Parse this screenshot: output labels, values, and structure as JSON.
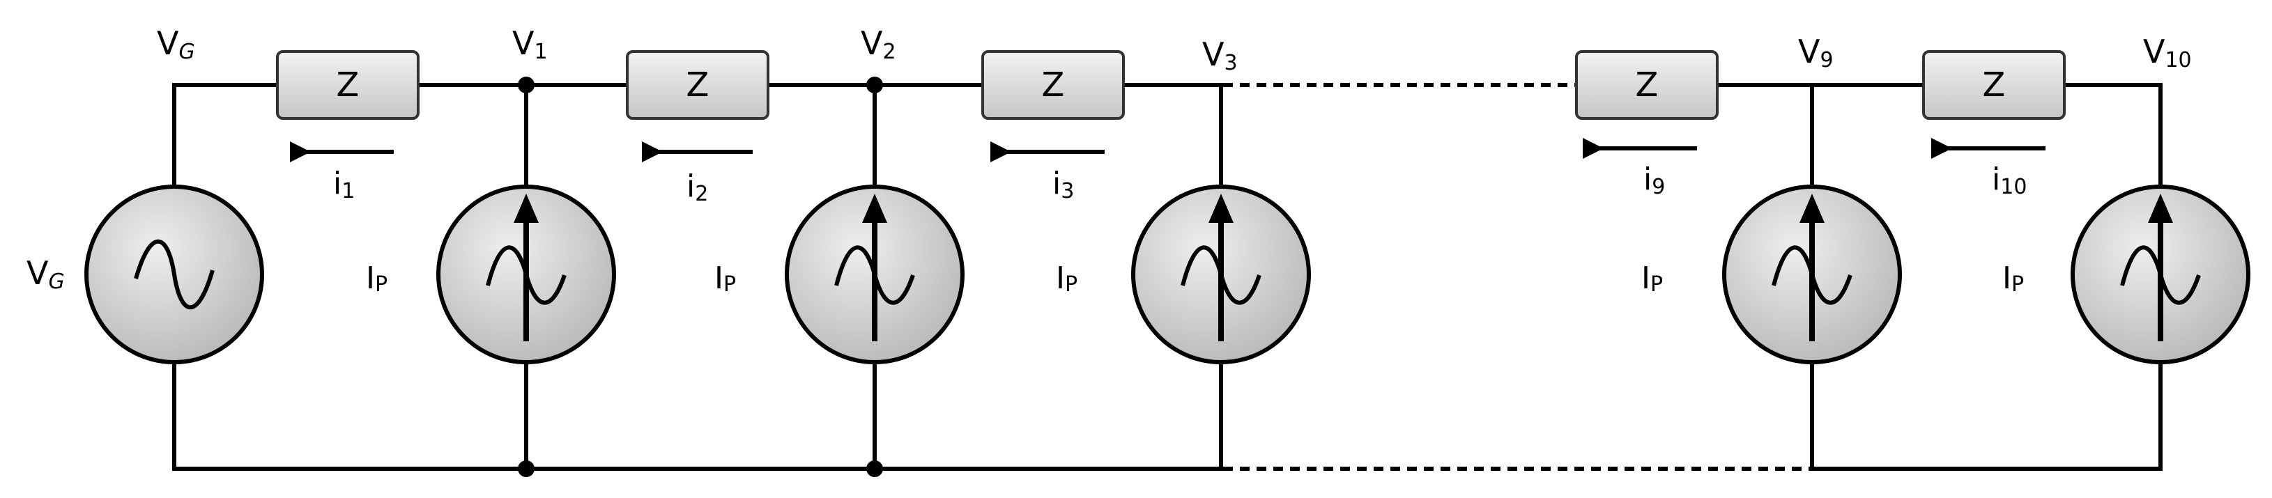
{
  "colors": {
    "wire": "#000000",
    "component_fill": "#d4d4d4",
    "component_stroke": "#333333",
    "background": "#ffffff"
  },
  "generator": {
    "voltage_label": "V",
    "voltage_sub": "G",
    "left_label": "V",
    "left_sub": "G",
    "icon": "ac-source-icon"
  },
  "impedance_label": "Z",
  "current_source_label": "I",
  "current_source_sub": "P",
  "nodes": [
    {
      "label": "V",
      "sub": "1"
    },
    {
      "label": "V",
      "sub": "2"
    },
    {
      "label": "V",
      "sub": "3"
    },
    {
      "label": "V",
      "sub": "9"
    },
    {
      "label": "V",
      "sub": "10"
    }
  ],
  "currents": [
    {
      "label": "i",
      "sub": "1"
    },
    {
      "label": "i",
      "sub": "2"
    },
    {
      "label": "i",
      "sub": "3"
    },
    {
      "label": "i",
      "sub": "9"
    },
    {
      "label": "i",
      "sub": "10"
    }
  ]
}
